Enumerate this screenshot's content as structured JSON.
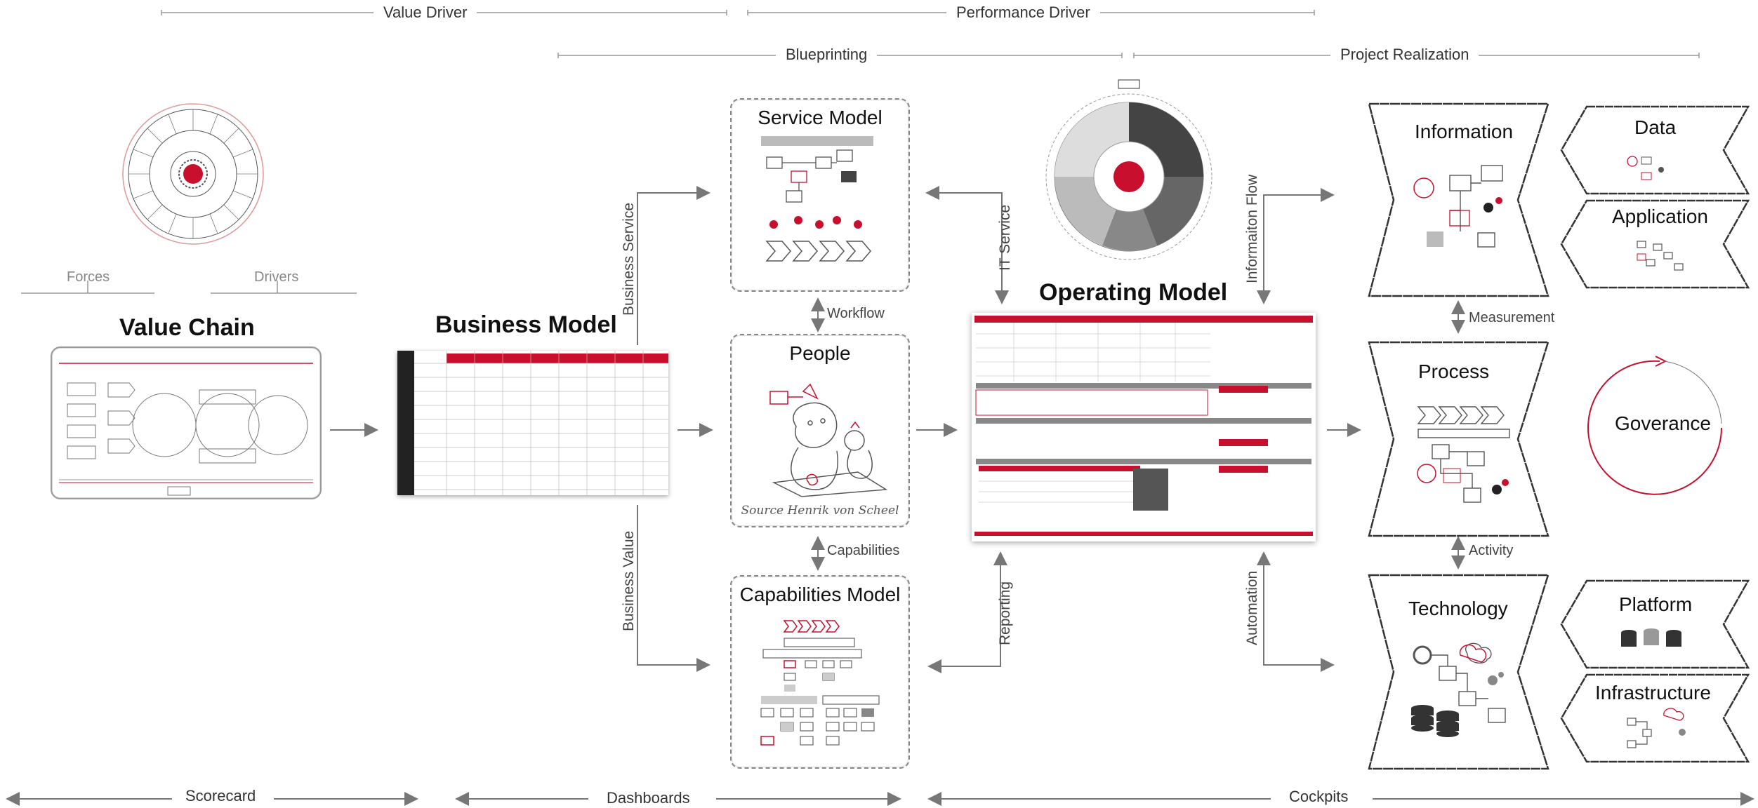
{
  "header": {
    "value_driver": "Value Driver",
    "performance_driver": "Performance Driver",
    "blueprinting": "Blueprinting",
    "project_realization": "Project Realization"
  },
  "left": {
    "forces": "Forces",
    "drivers": "Drivers",
    "value_chain": "Value Chain",
    "business_model": "Business Model"
  },
  "center": {
    "service_model": "Service Model",
    "people": "People",
    "source": "Source Henrik von Scheel",
    "capabilities_model": "Capabilities Model",
    "workflow": "Workflow",
    "capabilities": "Capabilities",
    "business_service": "Business Service",
    "business_value": "Business  Value",
    "it_service": "IT Service",
    "reporting": "Reporting",
    "operating_model": "Operating Model",
    "information_flow": "Informaiton Flow",
    "automation": "Automation"
  },
  "right": {
    "information": "Information",
    "data": "Data",
    "application": "Application",
    "measurement": "Measurement",
    "process": "Process",
    "goverance": "Goverance",
    "activity": "Activity",
    "technology": "Technology",
    "platform": "Platform",
    "infrastructure": "Infrastructure"
  },
  "footer": {
    "scorecard": "Scorecard",
    "dashboards": "Dashboards",
    "cockpits": "Cockpits"
  },
  "colors": {
    "accent": "#c8102e",
    "grey": "#777777",
    "dark": "#333333"
  }
}
